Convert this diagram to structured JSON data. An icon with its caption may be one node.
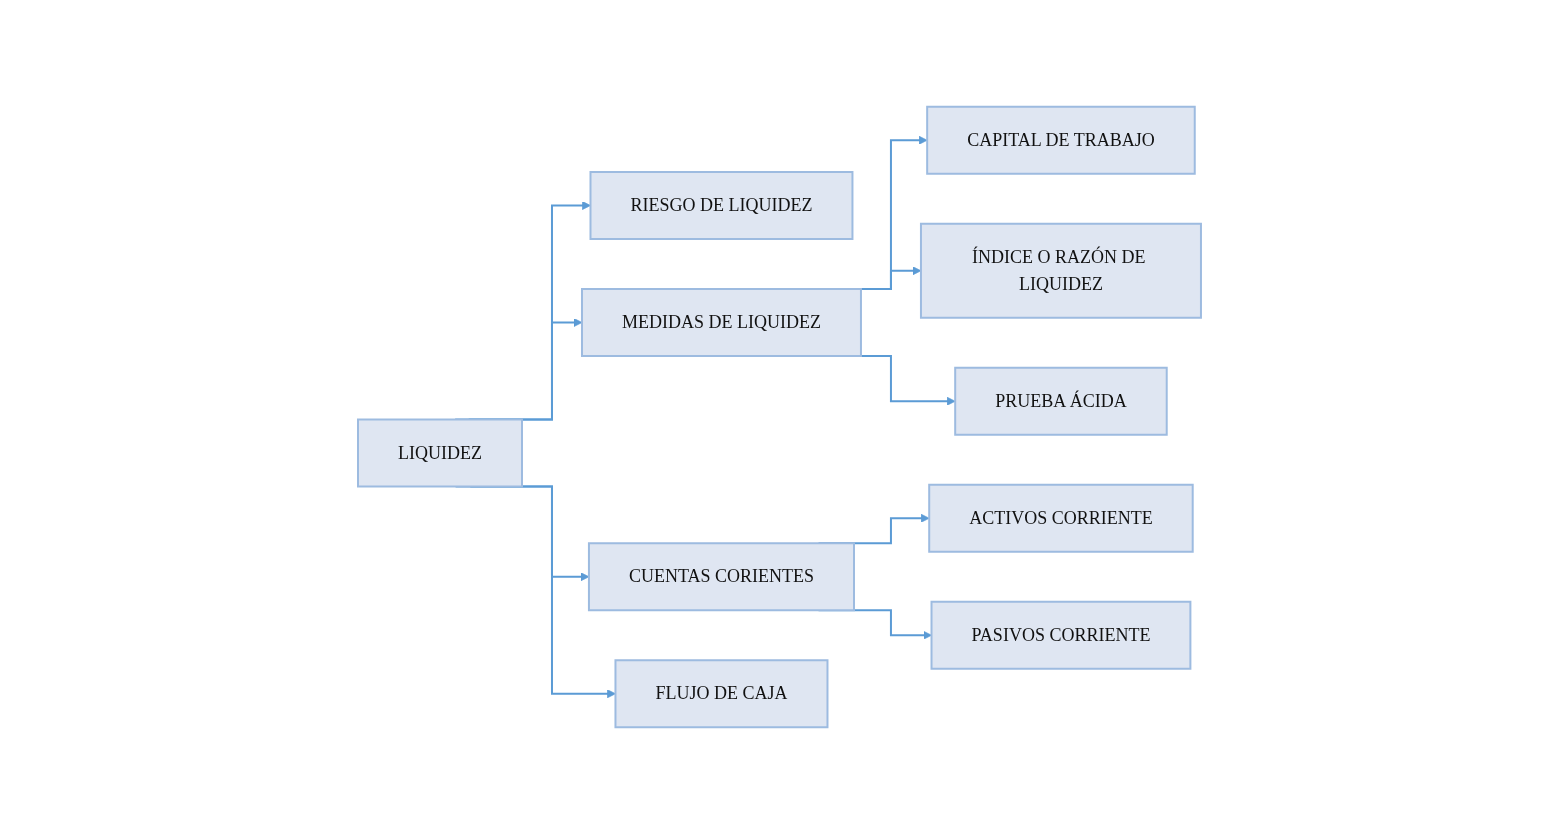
{
  "diagram": {
    "nodes": [
      {
        "text": [
          "CAPITAL DE TRABAJO"
        ]
      },
      {
        "text": [
          "ÍNDICE O RAZÓN DE LIQUIDEZ"
        ]
      },
      {
        "text": [
          "RIESGO DE LIQUIDEZ"
        ]
      },
      {
        "text": [
          "MEDIDAS DE LIQUIDEZ"
        ]
      },
      {
        "text": [
          "PRUEBA ÁCIDA"
        ]
      },
      {
        "text": [
          "LIQUIDEZ"
        ]
      },
      {
        "text": [
          "CUENTAS CORIENTES"
        ]
      },
      {
        "text": [
          "FLUJO DE CAJA"
        ]
      },
      {
        "text": [
          "ACTIVOS CORRIENTE"
        ]
      },
      {
        "text": [
          "PASIVOS CORRIENTE"
        ]
      }
    ],
    "edges": [
      {
        "from": 5,
        "to": 2,
        "arrow": "to"
      },
      {
        "from": 5,
        "to": 3,
        "arrow": "to"
      },
      {
        "from": 3,
        "to": 0,
        "arrow": "to"
      },
      {
        "from": 3,
        "to": 1,
        "arrow": "to"
      },
      {
        "from": 3,
        "to": 4,
        "arrow": "to"
      },
      {
        "from": 5,
        "to": 6,
        "arrow": "to"
      },
      {
        "from": 5,
        "to": 7,
        "arrow": "to"
      },
      {
        "from": 6,
        "to": 8,
        "arrow": "to"
      },
      {
        "from": 6,
        "to": 9,
        "arrow": "to"
      }
    ]
  }
}
